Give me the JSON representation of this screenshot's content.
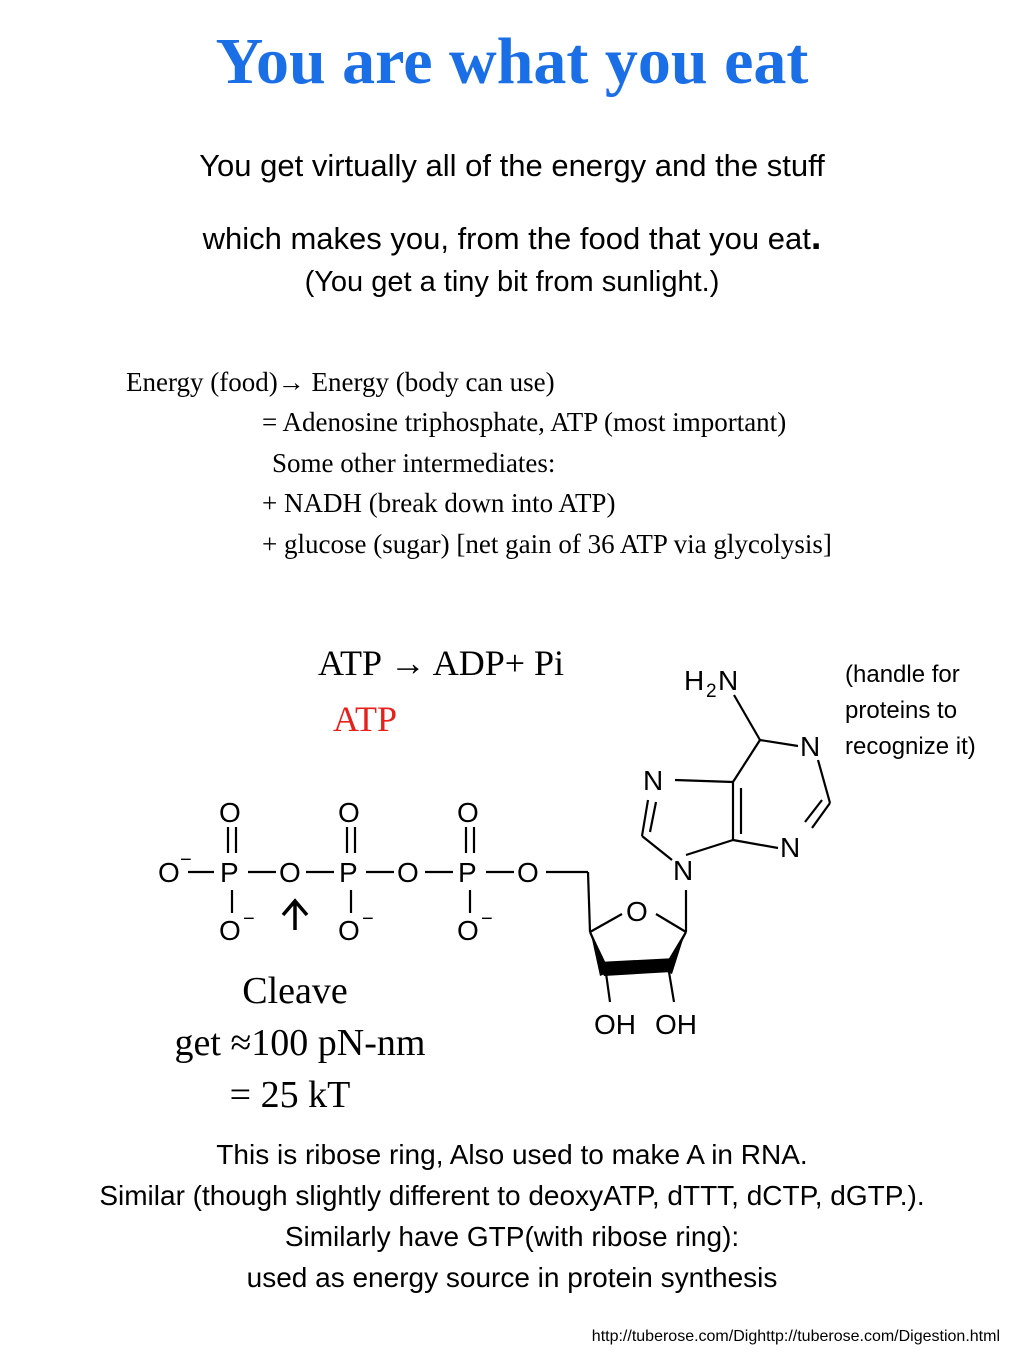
{
  "colors": {
    "title": "#1a6fe6",
    "atp_label": "#e8201a",
    "text": "#000000"
  },
  "title": "You are what you eat",
  "intro": {
    "line1": "You get virtually all of the energy and the stuff",
    "line2": "which makes you, from the food that you eat",
    "line2_period": ".",
    "line3": "(You get a tiny bit from sunlight.)"
  },
  "energy": {
    "line1_a": "Energy (food)",
    "arrow_icon": "right-arrow-icon",
    "line1_b": " Energy (body can use)",
    "line2": "= Adenosine triphosphate, ATP (most important)",
    "line3": "Some other intermediates:",
    "line4": "+ NADH (break down into ATP)",
    "line5": "+ glucose (sugar) [net gain of 36 ATP via glycolysis]"
  },
  "reaction": {
    "left": "ATP ",
    "arrow": "→",
    "right": " ADP+ Pi",
    "atp_label": "ATP"
  },
  "handle_note": {
    "line1": "(handle for",
    "line2": "proteins to",
    "line3": "recognize it)"
  },
  "molecule": {
    "phosphates": {
      "o": "O",
      "p": "P",
      "o_minus": "O",
      "minus": "−"
    },
    "cleave_arrow_icon": "up-arrow-icon",
    "ring_o": "O",
    "oh": "OH",
    "n": "N",
    "h": "H",
    "two": "2"
  },
  "cleave": {
    "line1": "Cleave",
    "line2": "get ≈100 pN-nm",
    "line3": "= 25 kT"
  },
  "footer": {
    "line1": "This is ribose ring,  Also used to make A in RNA.",
    "line2": "Similar (though slightly different to deoxyATP, dTTT, dCTP, dGTP.).",
    "line3": "Similarly have GTP(with ribose ring):",
    "line4": "used as energy source in protein synthesis"
  },
  "url": "http://tuberose.com/Dighttp://tuberose.com/Digestion.html"
}
